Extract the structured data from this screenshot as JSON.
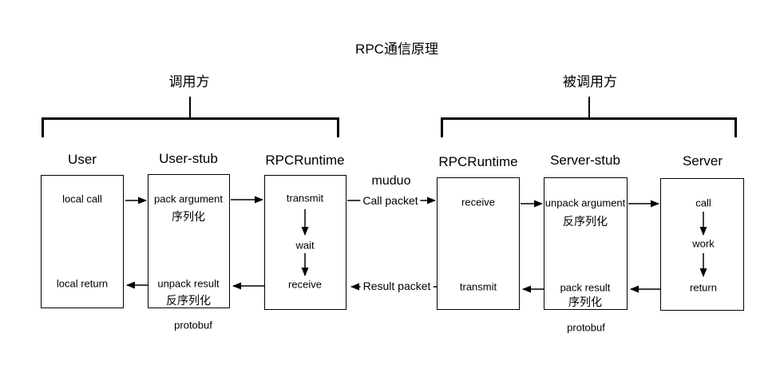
{
  "title": "RPC通信原理",
  "caller_group": {
    "label": "调用方"
  },
  "callee_group": {
    "label": "被调用方"
  },
  "boxes": {
    "user": {
      "title": "User",
      "top": "local call",
      "bottom": "local return"
    },
    "user_stub": {
      "title": "User-stub",
      "top": "pack argument",
      "top_sub": "序列化",
      "bottom": "unpack result",
      "bottom_sub": "反序列化",
      "footnote": "protobuf"
    },
    "rpc_runtime_caller": {
      "title": "RPCRuntime",
      "step1": "transmit",
      "step2": "wait",
      "step3": "receive"
    },
    "rpc_runtime_callee": {
      "title": "RPCRuntime",
      "top": "receive",
      "bottom": "transmit"
    },
    "server_stub": {
      "title": "Server-stub",
      "top": "unpack argument",
      "top_sub": "反序列化",
      "bottom": "pack result",
      "bottom_sub": "序列化",
      "footnote": "protobuf"
    },
    "server": {
      "title": "Server",
      "step1": "call",
      "step2": "work",
      "step3": "return"
    }
  },
  "network": {
    "label": "muduo",
    "call_packet": "Call packet",
    "result_packet": "Result packet"
  },
  "colors": {
    "line": "#000000",
    "background": "#ffffff"
  }
}
